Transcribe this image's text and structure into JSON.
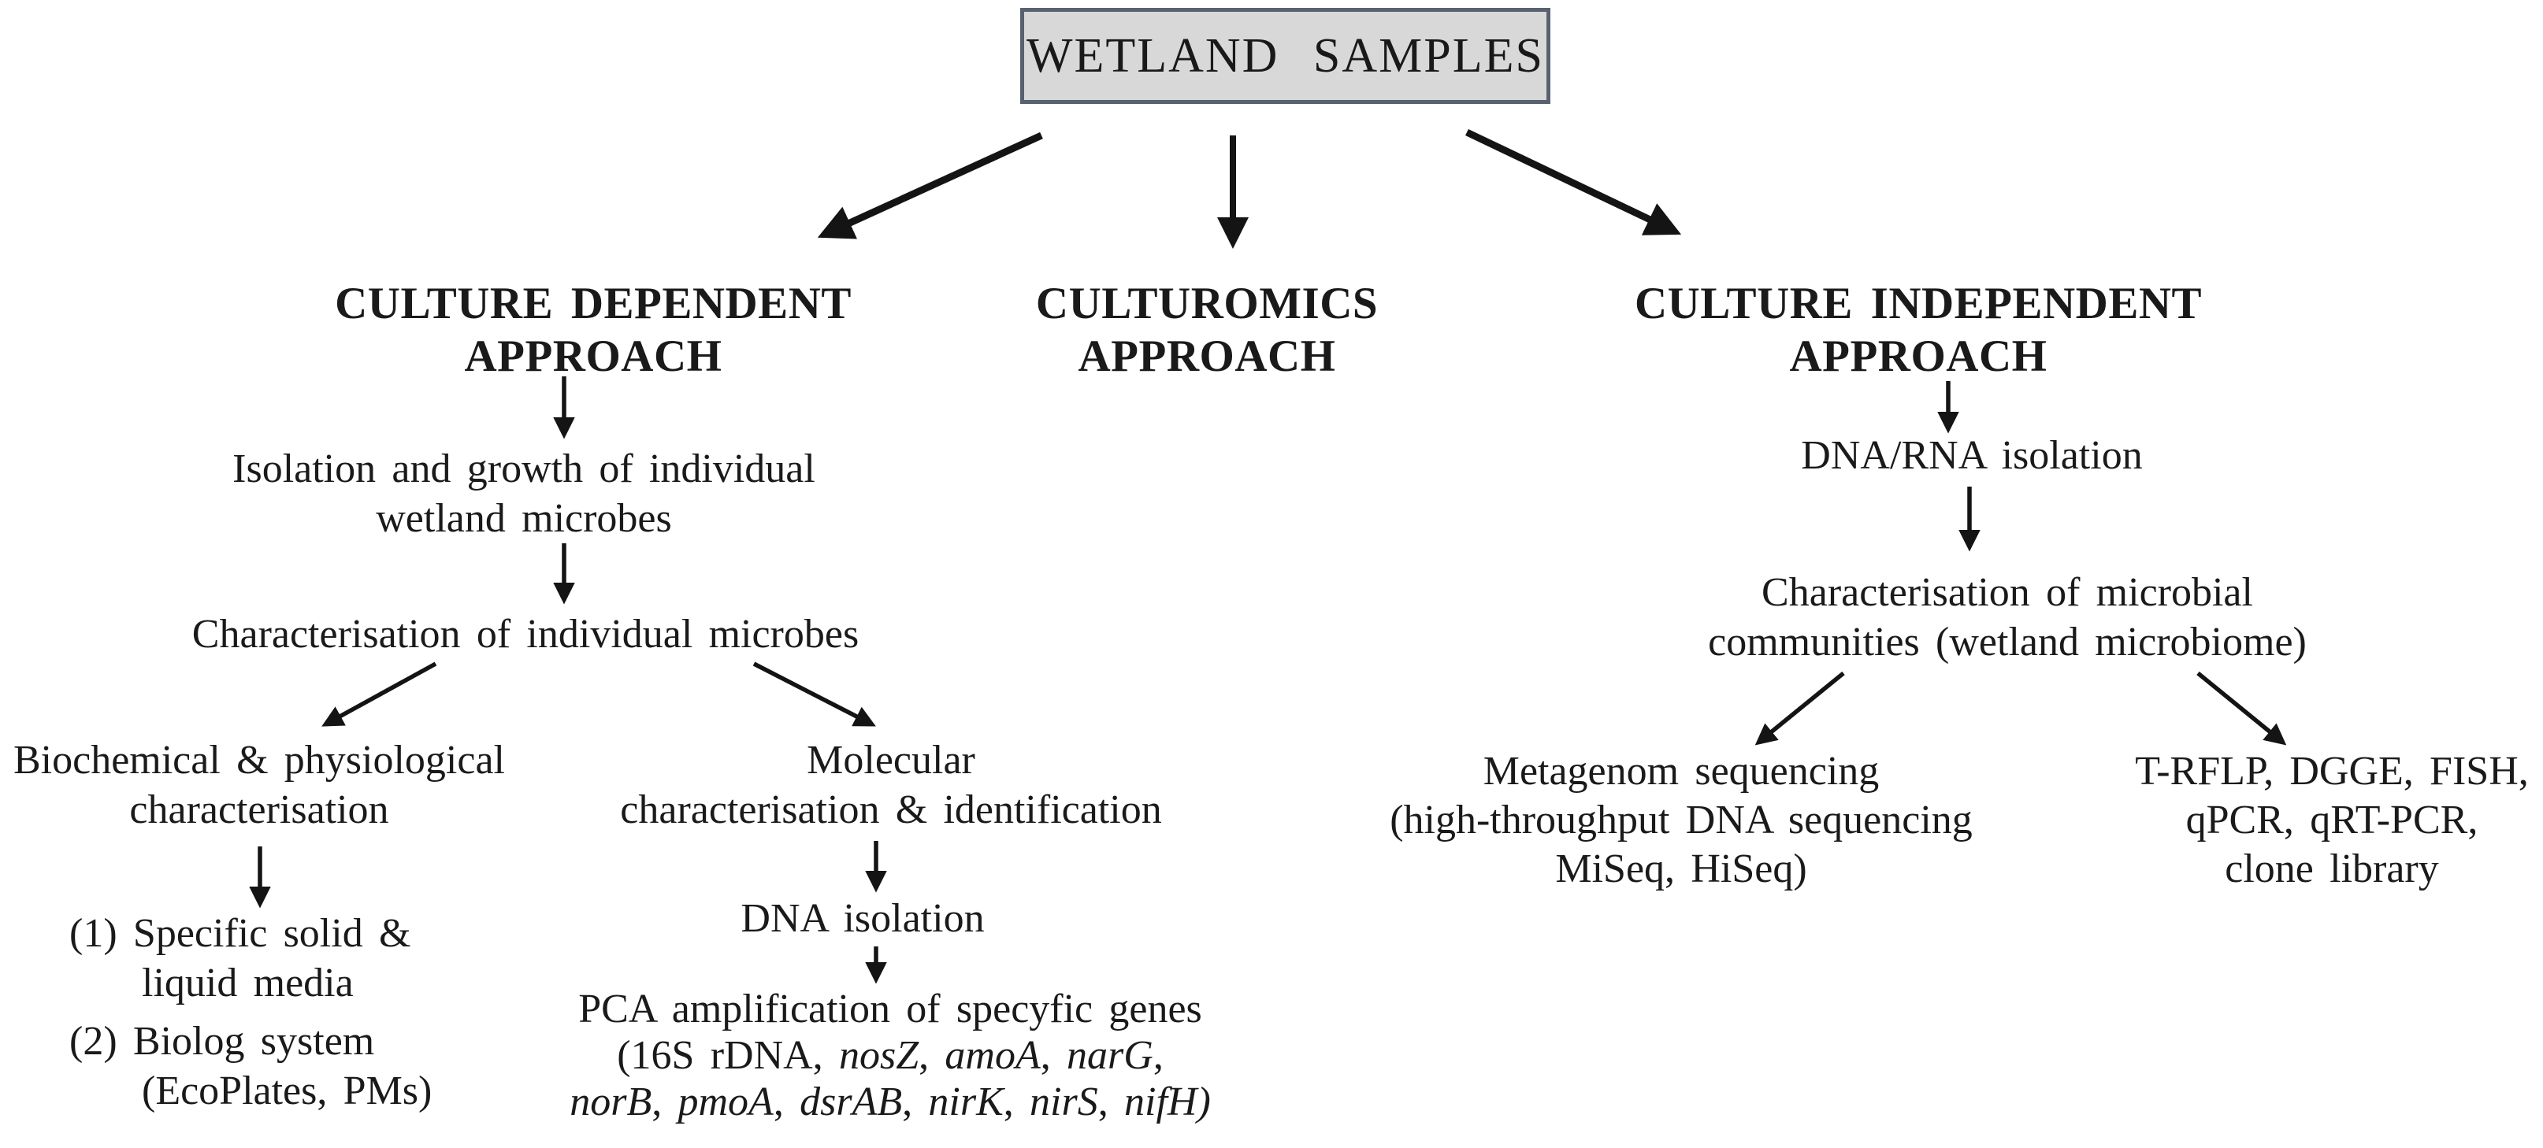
{
  "root": {
    "label": "WETLAND SAMPLES"
  },
  "approaches": {
    "dependent": {
      "heading_line1": "CULTURE DEPENDENT",
      "heading_line2": "APPROACH"
    },
    "culturomics": {
      "heading_line1": "CULTUROMICS",
      "heading_line2": "APPROACH"
    },
    "independent": {
      "heading_line1": "CULTURE INDEPENDENT",
      "heading_line2": "APPROACH"
    }
  },
  "dependent_flow": {
    "isolation": {
      "line1": "Isolation and growth of individual",
      "line2": "wetland microbes"
    },
    "characterisation": "Characterisation of individual microbes",
    "biochemical": {
      "line1": "Biochemical & physiological",
      "line2": "characterisation"
    },
    "methods_list": {
      "item1_line1": "(1) Specific solid &",
      "item1_line2": "liquid media",
      "item2_line1": "(2) Biolog system",
      "item2_line2": "(EcoPlates, PMs)"
    },
    "molecular": {
      "line1": "Molecular",
      "line2": "characterisation & identification"
    },
    "dna_isolation": "DNA isolation",
    "pca": {
      "line1": "PCA amplification of specyfic genes",
      "line2_segments": [
        {
          "text": "(16S rDNA, ",
          "italic": false
        },
        {
          "text": "nosZ",
          "italic": true
        },
        {
          "text": ", ",
          "italic": false
        },
        {
          "text": "amoA",
          "italic": true
        },
        {
          "text": ", ",
          "italic": false
        },
        {
          "text": "narG",
          "italic": true
        },
        {
          "text": ",",
          "italic": false
        }
      ],
      "line3_segments": [
        {
          "text": "norB",
          "italic": true
        },
        {
          "text": ", ",
          "italic": false
        },
        {
          "text": "pmoA",
          "italic": true
        },
        {
          "text": ", ",
          "italic": false
        },
        {
          "text": "dsrAB",
          "italic": true
        },
        {
          "text": ", ",
          "italic": false
        },
        {
          "text": "nirK",
          "italic": true
        },
        {
          "text": ", ",
          "italic": false
        },
        {
          "text": "nirS",
          "italic": true
        },
        {
          "text": ", ",
          "italic": false
        },
        {
          "text": "nifH)",
          "italic": true
        }
      ]
    }
  },
  "independent_flow": {
    "dna_rna_isolation": "DNA/RNA isolation",
    "characterisation": {
      "line1": "Characterisation of microbial",
      "line2": "communities (wetland microbiome)"
    },
    "metagenome": {
      "line1": "Metagenom sequencing",
      "line2": "(high-throughput DNA sequencing",
      "line3": "MiSeq, HiSeq)"
    },
    "fingerprinting": {
      "line1": "T-RFLP, DGGE, FISH,",
      "line2": "qPCR, qRT-PCR,",
      "line3": "clone library"
    }
  },
  "colors": {
    "box_fill": "#d8d8d8",
    "box_border": "#596170",
    "text": "#1a1a1a",
    "arrow": "#141414"
  }
}
